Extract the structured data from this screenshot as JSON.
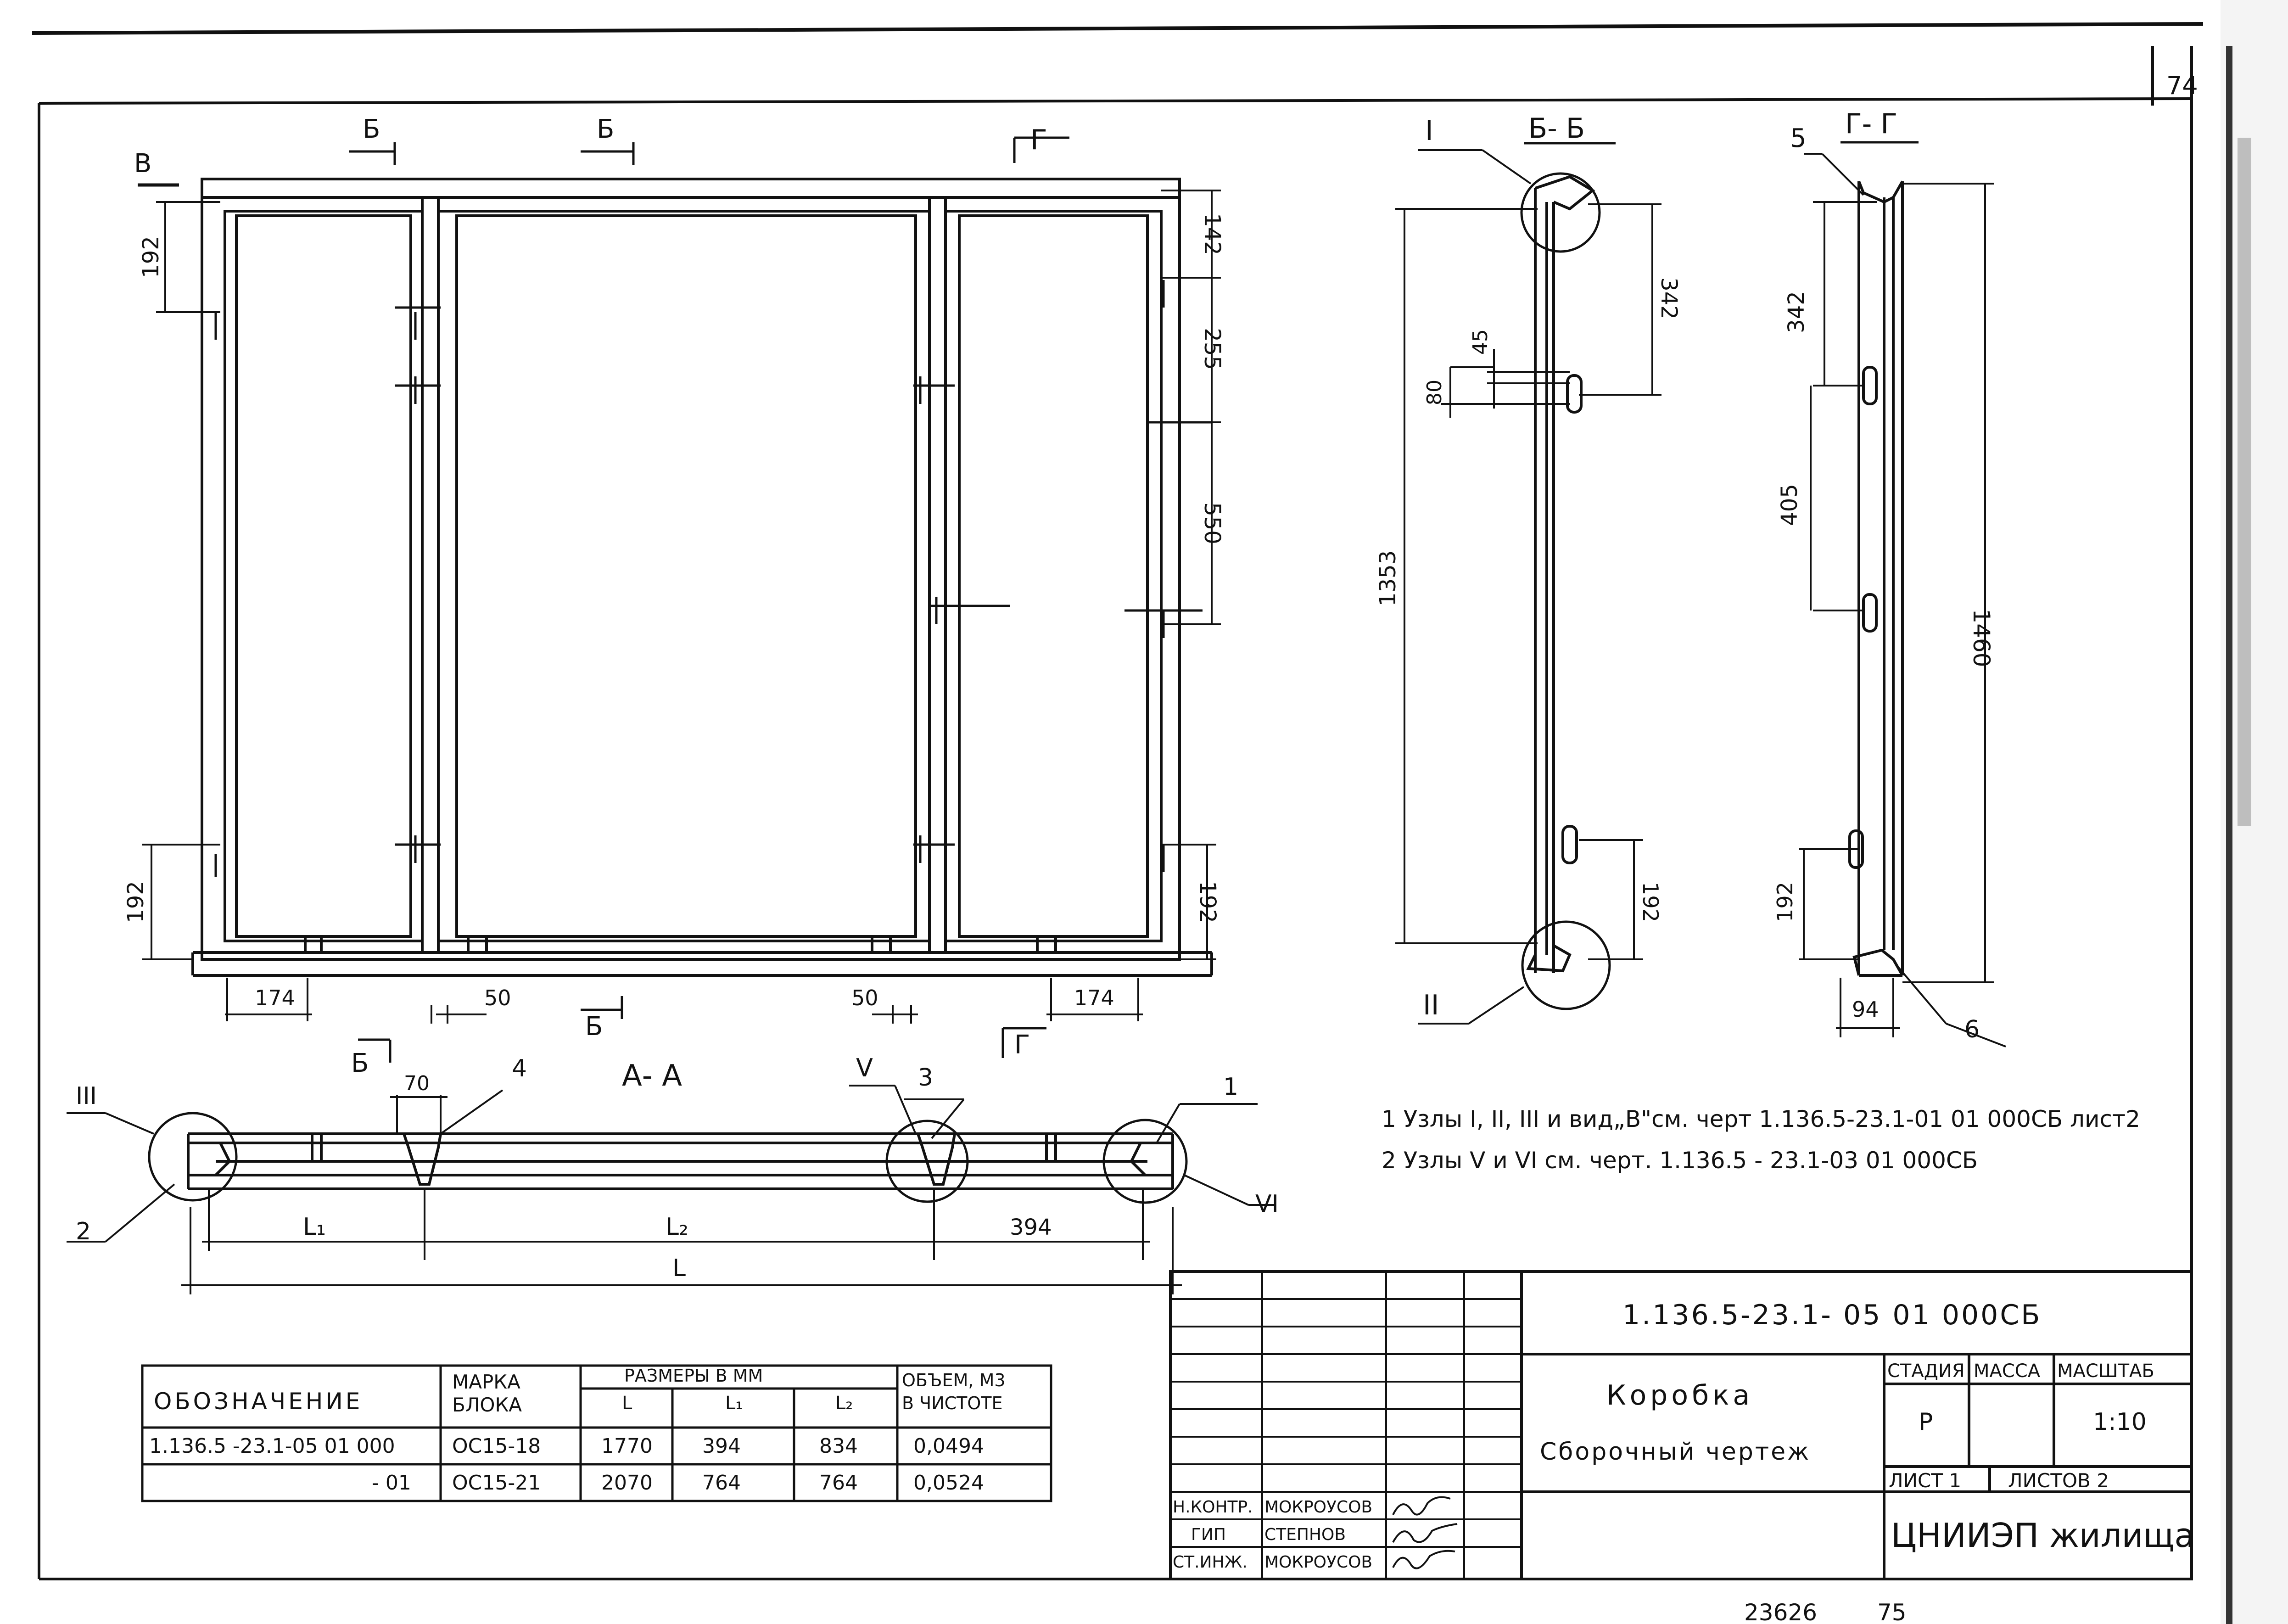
{
  "page_number": "74",
  "page_number_bottom": "75",
  "archive_number": "23626",
  "views": {
    "section_b": "Б",
    "section_g": "Г",
    "view_v": "В",
    "section_bb": "Б- Б",
    "section_gg": "Г- Г",
    "section_aa": "А- А"
  },
  "nodes": {
    "n1": "I",
    "n2": "II",
    "n3": "III",
    "n5": "V",
    "n6": "VI"
  },
  "positions": {
    "p1": "1",
    "p2": "2",
    "p3": "3",
    "p4": "4",
    "p5": "5",
    "p6": "6"
  },
  "front_dims": {
    "left_top": "192",
    "left_bottom": "192",
    "right_142": "142",
    "right_255": "255",
    "right_550": "550",
    "right_192": "192",
    "bottom_174a": "174",
    "bottom_50a": "50",
    "bottom_50b": "50",
    "bottom_174b": "174"
  },
  "bb_dims": {
    "d45": "45",
    "d80": "80",
    "d342": "342",
    "d1353": "1353",
    "d192": "192"
  },
  "gg_dims": {
    "d342": "342",
    "d405": "405",
    "d1460": "1460",
    "d192": "192",
    "d94": "94"
  },
  "aa_dims": {
    "d70": "70",
    "L1": "L₁",
    "L2": "L₂",
    "d394": "394",
    "L": "L"
  },
  "notes": {
    "n1": "1  Узлы  I, II, III и вид„В\"см. черт 1.136.5-23.1-01 01 000СБ лист2",
    "n2": "2  Узлы  V и VI    см. черт. 1.136.5 - 23.1-03 01 000СБ"
  },
  "spec_table": {
    "headers": {
      "designation": "ОБОЗНАЧЕНИЕ",
      "mark_line1": "МАРКА",
      "mark_line2": "БЛОКА",
      "dims": "РАЗМЕРЫ В ММ",
      "L": "L",
      "L1": "L₁",
      "L2": "L₂",
      "volume_line1": "ОБЪЕМ, М3",
      "volume_line2": "В ЧИСТОТЕ"
    },
    "rows": [
      {
        "designation": "1.136.5 -23.1-05 01 000",
        "mark": "ОС15-18",
        "L": "1770",
        "L1": "394",
        "L2": "834",
        "volume": "0,0494"
      },
      {
        "designation": "- 01",
        "mark": "ОС15-21",
        "L": "2070",
        "L1": "764",
        "L2": "764",
        "volume": "0,0524"
      }
    ]
  },
  "title_block": {
    "code": "1.136.5-23.1- 05 01 000СБ",
    "title_line1": "Коробка",
    "title_line2": "Сборочный чертеж",
    "stage_label": "СТАДИЯ",
    "mass_label": "МАССА",
    "scale_label": "МАСШТАБ",
    "stage": "Р",
    "scale": "1:10",
    "sheet": "ЛИСТ 1",
    "sheets": "ЛИСТОВ 2",
    "org": "ЦНИИЭП жилища",
    "staff": [
      {
        "role": "Н.КОНТР.",
        "name": "МОКРОУСОВ"
      },
      {
        "role": "ГИП",
        "name": "СТЕПНОВ"
      },
      {
        "role": "СТ.ИНЖ.",
        "name": "МОКРОУСОВ"
      }
    ]
  }
}
